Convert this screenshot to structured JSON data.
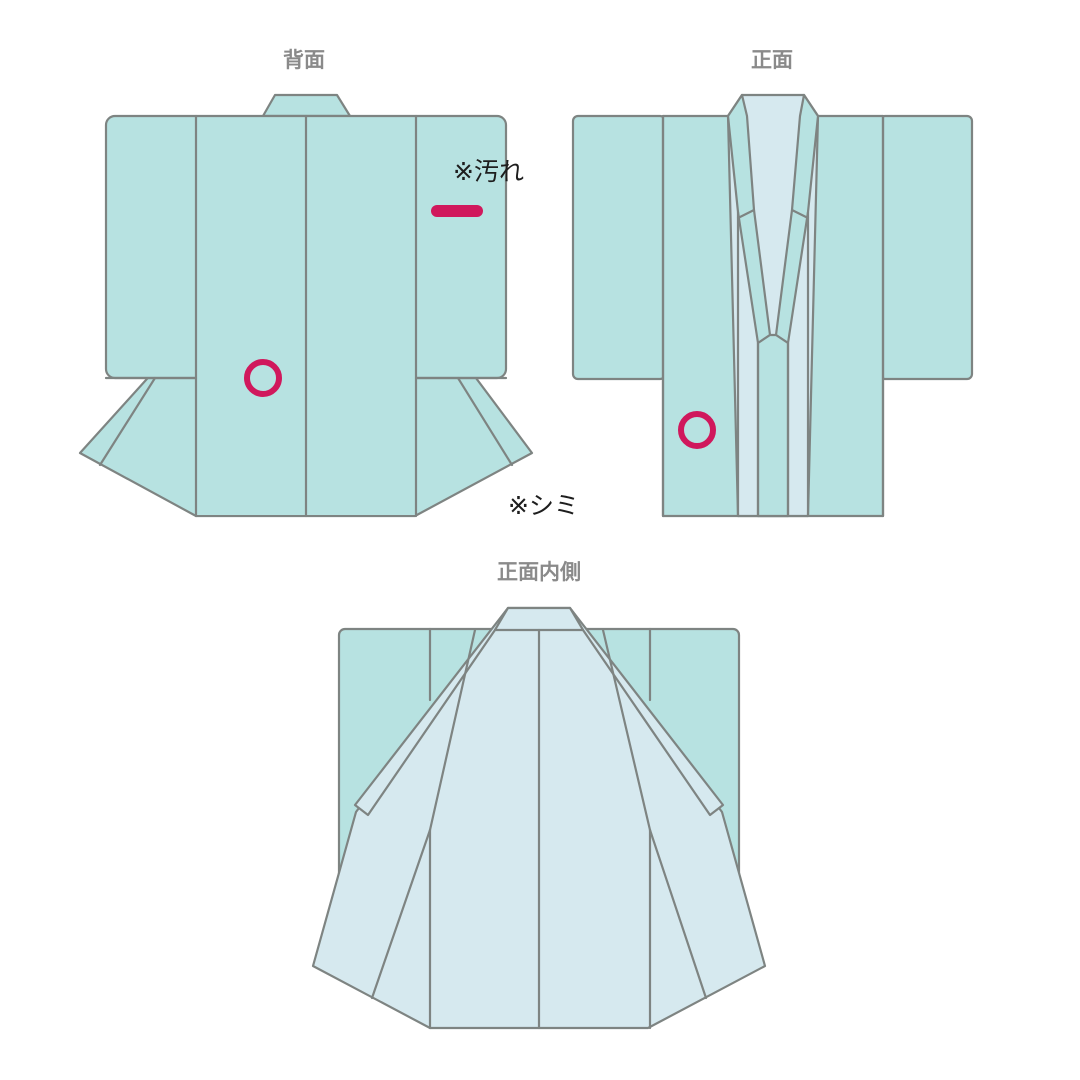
{
  "views": {
    "back": {
      "title": "背面"
    },
    "front": {
      "title": "正面"
    },
    "inside": {
      "title": "正面内側"
    }
  },
  "notes": {
    "stain_dirt": "※汚れ",
    "stain_spot": "※シミ"
  },
  "colors": {
    "outer_fabric": "#b7e2e1",
    "lining_fabric": "#d6e9ef",
    "outline": "#7e8482",
    "marker": "#d0185c",
    "title_text": "#8a8a8a",
    "note_text": "#1e1e1e"
  }
}
